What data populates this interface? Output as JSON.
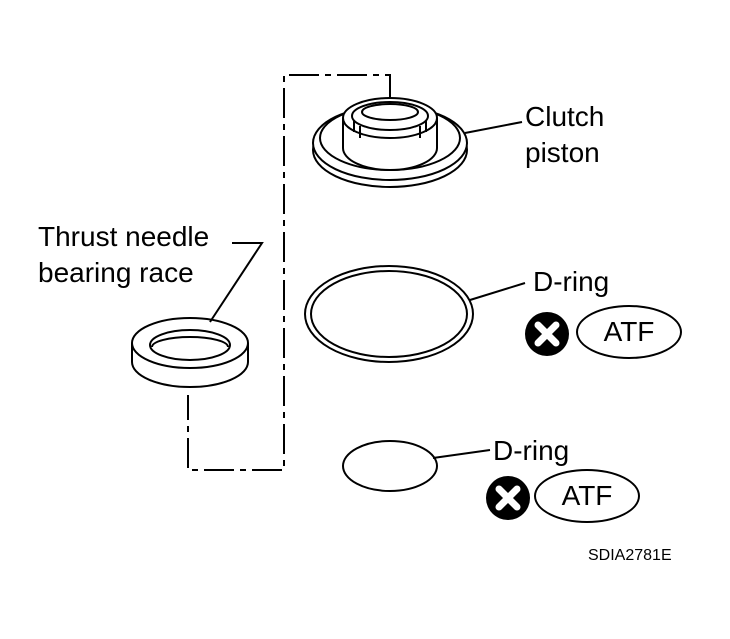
{
  "labels": {
    "clutch_piston_line1": "Clutch",
    "clutch_piston_line2": "piston",
    "thrust_line1": "Thrust needle",
    "thrust_line2": "bearing race",
    "d_ring_large": "D-ring",
    "d_ring_small": "D-ring"
  },
  "badges": {
    "atf_upper": "ATF",
    "atf_lower": "ATF"
  },
  "figure_code": "SDIA2781E",
  "icons": {
    "replace": "x-circle-icon"
  },
  "colors": {
    "ink": "#000000",
    "paper": "#ffffff"
  }
}
